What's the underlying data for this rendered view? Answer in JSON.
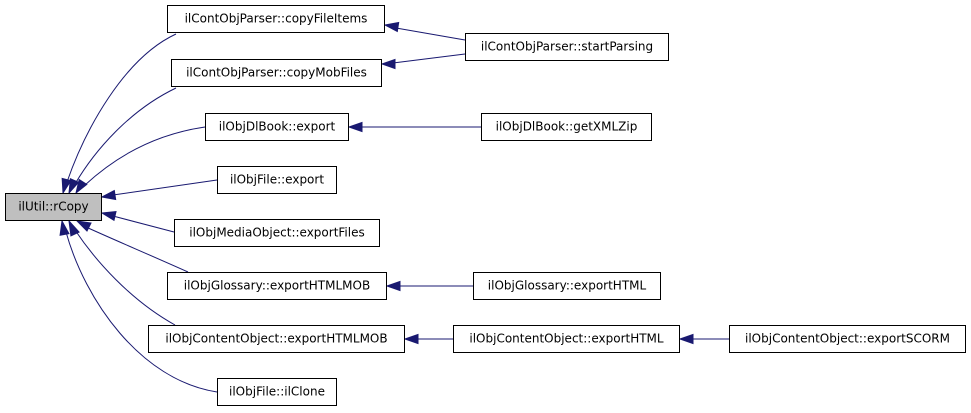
{
  "diagram": {
    "nodes": [
      {
        "id": "rcopy",
        "label": "ilUtil::rCopy",
        "highlighted": true
      },
      {
        "id": "copyFileItems",
        "label": "ilContObjParser::copyFileItems"
      },
      {
        "id": "copyMobFiles",
        "label": "ilContObjParser::copyMobFiles"
      },
      {
        "id": "startParsing",
        "label": "ilContObjParser::startParsing"
      },
      {
        "id": "dlbookExport",
        "label": "ilObjDlBook::export"
      },
      {
        "id": "getXMLZip",
        "label": "ilObjDlBook::getXMLZip"
      },
      {
        "id": "fileExport",
        "label": "ilObjFile::export"
      },
      {
        "id": "mediaExportFiles",
        "label": "ilObjMediaObject::exportFiles"
      },
      {
        "id": "glossaryExportHTMLMOB",
        "label": "ilObjGlossary::exportHTMLMOB"
      },
      {
        "id": "glossaryExportHTML",
        "label": "ilObjGlossary::exportHTML"
      },
      {
        "id": "contentExportHTMLMOB",
        "label": "ilObjContentObject::exportHTMLMOB"
      },
      {
        "id": "contentExportHTML",
        "label": "ilObjContentObject::exportHTML"
      },
      {
        "id": "contentExportSCORM",
        "label": "ilObjContentObject::exportSCORM"
      },
      {
        "id": "fileIlClone",
        "label": "ilObjFile::ilClone"
      }
    ],
    "edges": [
      {
        "from": "copyFileItems",
        "to": "rcopy"
      },
      {
        "from": "copyMobFiles",
        "to": "rcopy"
      },
      {
        "from": "dlbookExport",
        "to": "rcopy"
      },
      {
        "from": "fileExport",
        "to": "rcopy"
      },
      {
        "from": "mediaExportFiles",
        "to": "rcopy"
      },
      {
        "from": "glossaryExportHTMLMOB",
        "to": "rcopy"
      },
      {
        "from": "contentExportHTMLMOB",
        "to": "rcopy"
      },
      {
        "from": "fileIlClone",
        "to": "rcopy"
      },
      {
        "from": "startParsing",
        "to": "copyFileItems"
      },
      {
        "from": "startParsing",
        "to": "copyMobFiles"
      },
      {
        "from": "getXMLZip",
        "to": "dlbookExport"
      },
      {
        "from": "glossaryExportHTML",
        "to": "glossaryExportHTMLMOB"
      },
      {
        "from": "contentExportHTML",
        "to": "contentExportHTMLMOB"
      },
      {
        "from": "contentExportSCORM",
        "to": "contentExportHTML"
      }
    ],
    "colors": {
      "edge": "#191970",
      "node_fill": "#ffffff",
      "highlight_fill": "#bfbfbf",
      "border": "#000000"
    }
  }
}
